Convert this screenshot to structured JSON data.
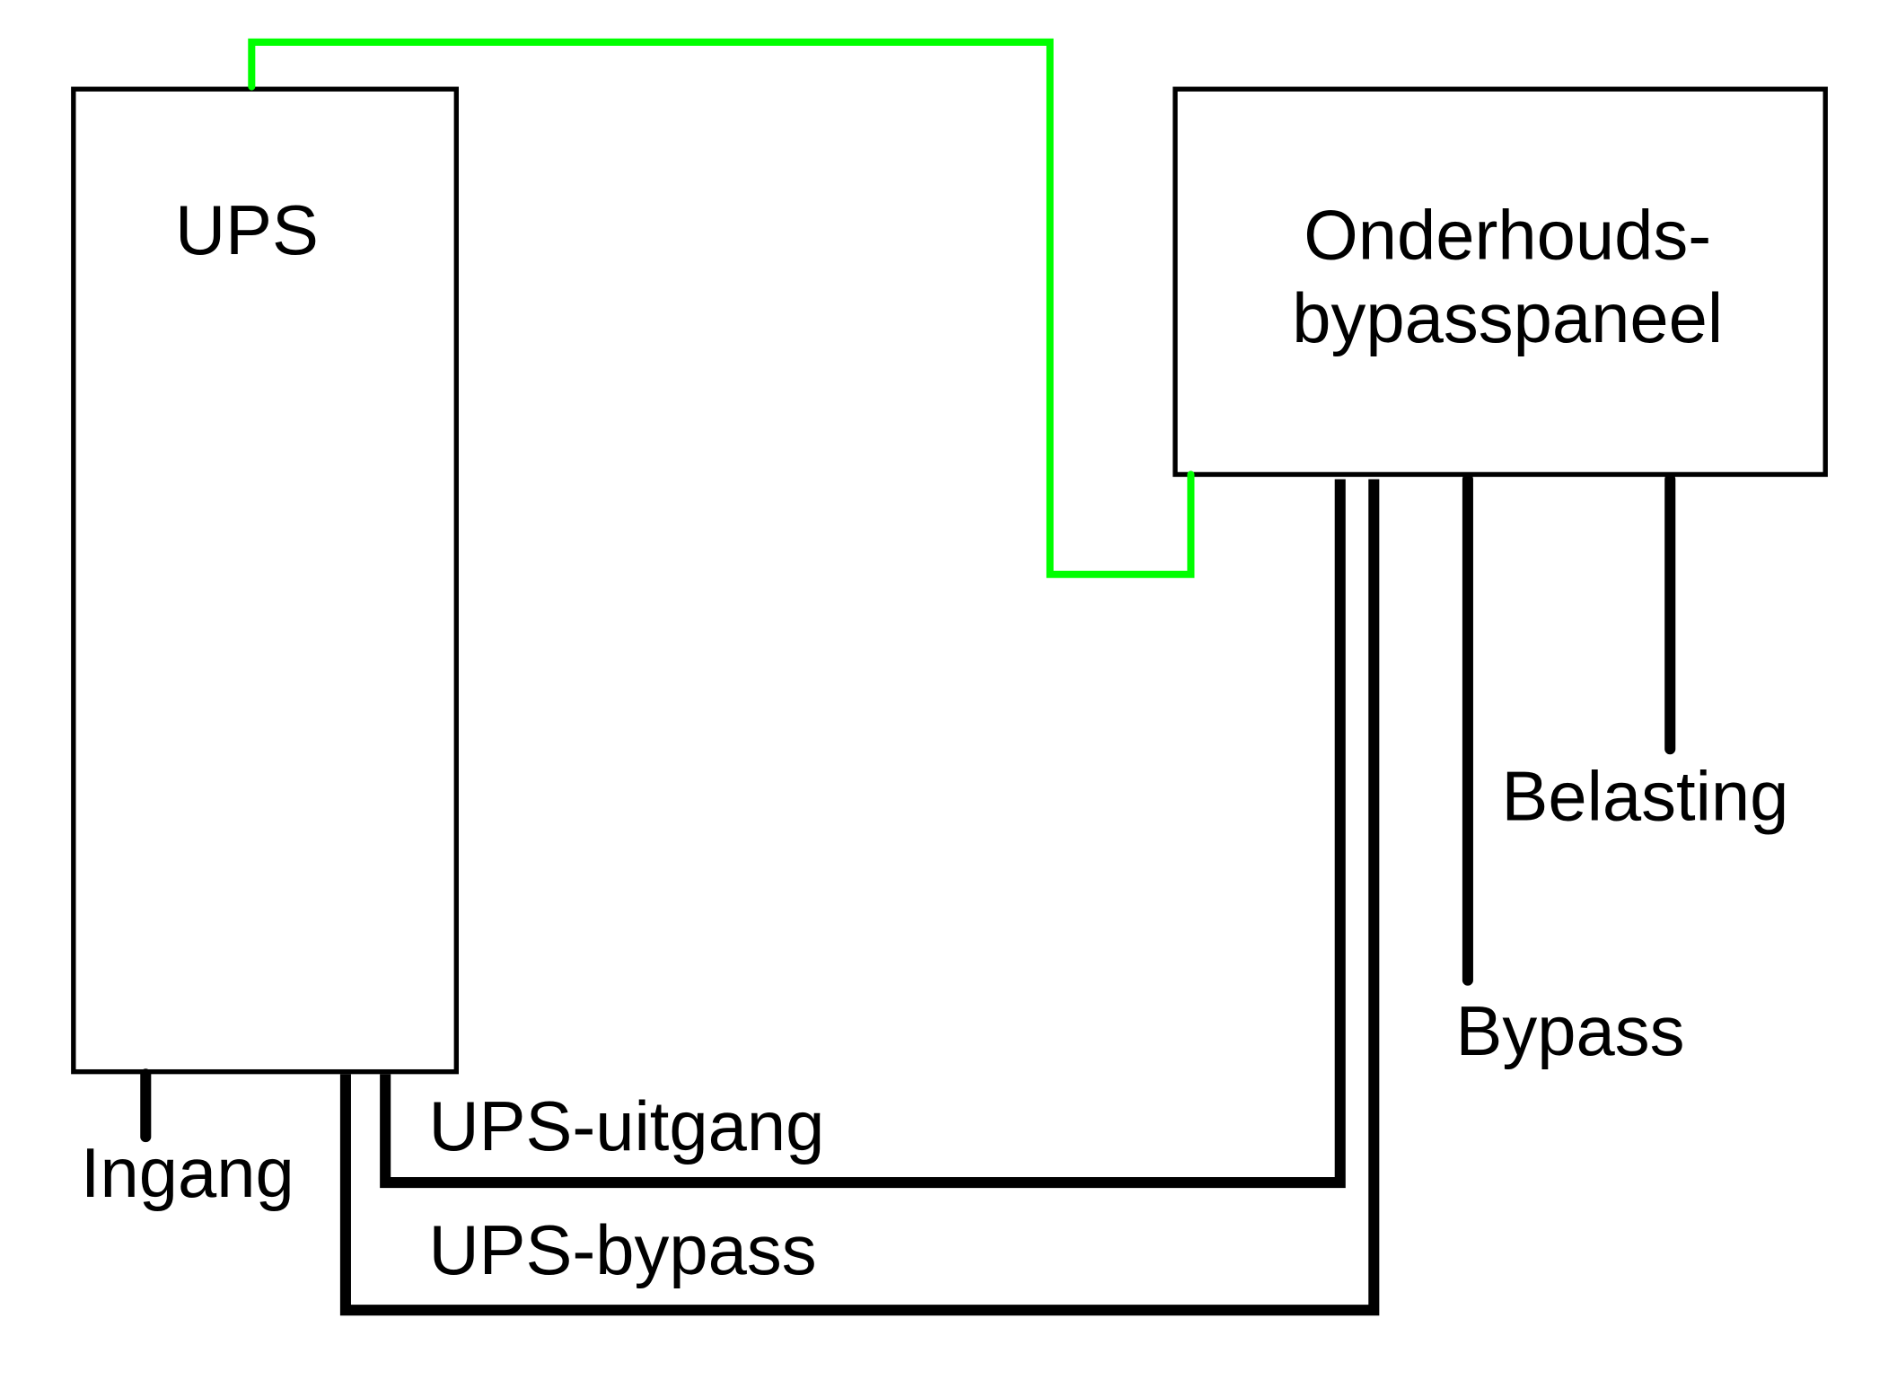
{
  "boxes": {
    "ups": "UPS",
    "panel_line1": "Onderhouds-",
    "panel_line2": "bypasspaneel"
  },
  "connections": {
    "ingang": "Ingang",
    "ups_uitgang": "UPS-uitgang",
    "ups_bypass": "UPS-bypass",
    "bypass": "Bypass",
    "belasting": "Belasting"
  },
  "colors": {
    "line": "#000000",
    "signal": "#00ff00",
    "background": "#ffffff"
  }
}
